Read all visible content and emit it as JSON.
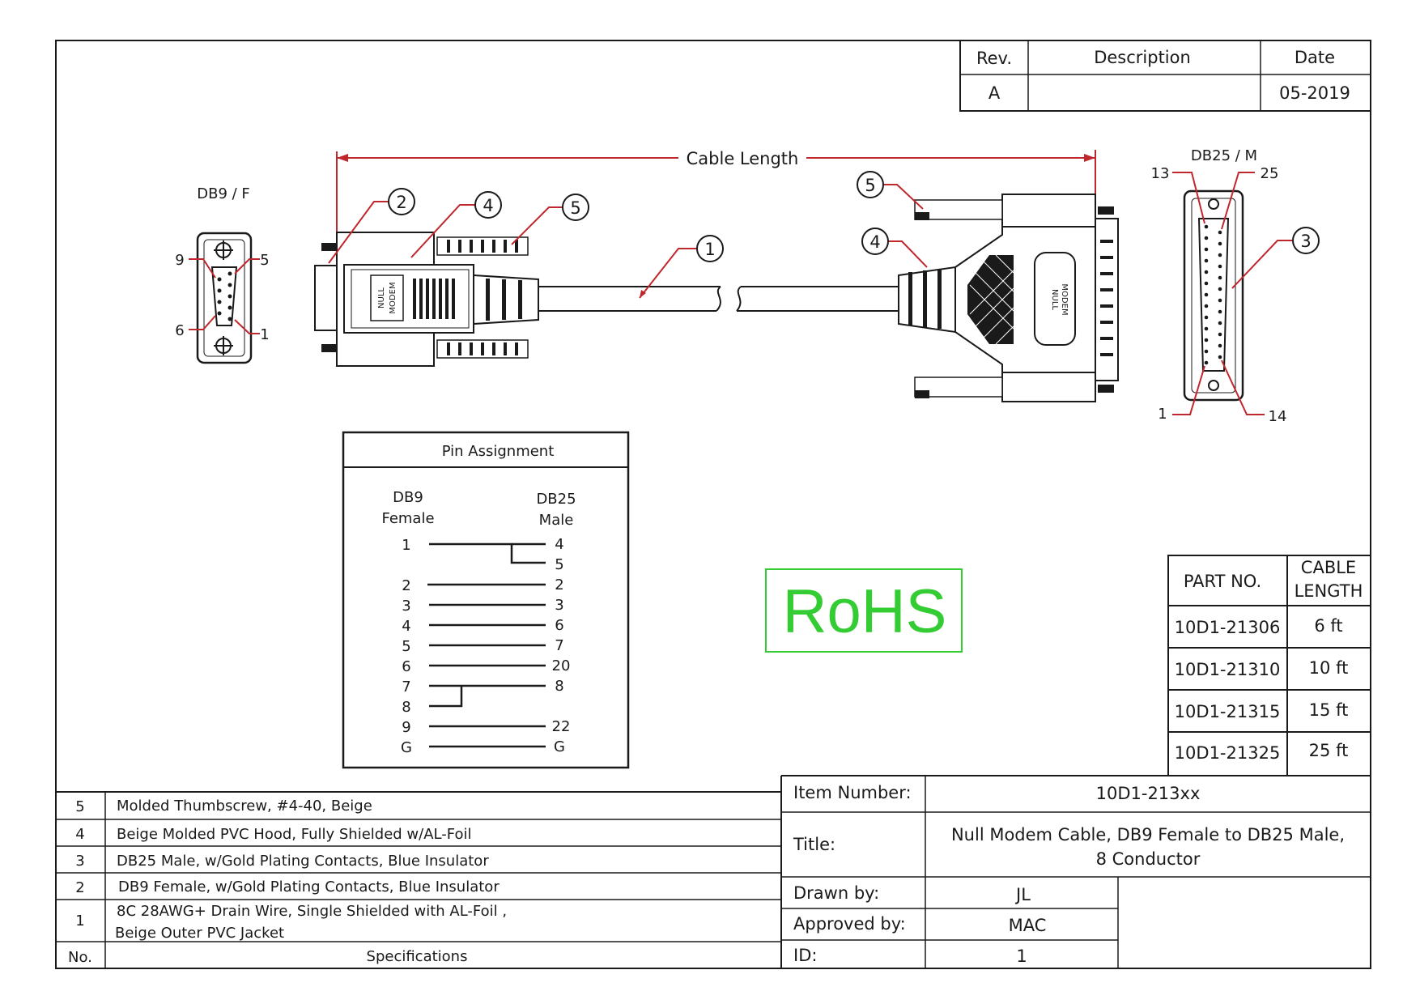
{
  "revision_block": {
    "headers": [
      "Rev.",
      "Description",
      "Date"
    ],
    "rev": "A",
    "description": "",
    "date": "05-2019"
  },
  "drawing": {
    "cable_length_label": "Cable Length",
    "db9_label": "DB9 / F",
    "db25_label": "DB25 / M",
    "db9_pins": [
      "9",
      "5",
      "6",
      "1"
    ],
    "db25_pins": [
      "13",
      "25",
      "1",
      "14"
    ],
    "callouts": [
      "1",
      "2",
      "3",
      "4",
      "5"
    ],
    "hood_text_line1": "NULL",
    "hood_text_line2": "MODEM"
  },
  "pin_assignment": {
    "title": "Pin Assignment",
    "col1_line1": "DB9",
    "col1_line2": "Female",
    "col2_line1": "DB25",
    "col2_line2": "Male",
    "db9": [
      "1",
      "2",
      "3",
      "4",
      "5",
      "6",
      "7",
      "8",
      "9",
      "G"
    ],
    "db25": [
      "4",
      "5",
      "2",
      "3",
      "6",
      "7",
      "20",
      "8",
      "22",
      "G"
    ]
  },
  "rohs": "RoHS",
  "parts_table": {
    "header_part": "PART NO.",
    "header_length_line1": "CABLE",
    "header_length_line2": "LENGTH",
    "rows": [
      {
        "part": "10D1-21306",
        "length": "6 ft"
      },
      {
        "part": "10D1-21310",
        "length": "10 ft"
      },
      {
        "part": "10D1-21315",
        "length": "15 ft"
      },
      {
        "part": "10D1-21325",
        "length": "25 ft"
      }
    ]
  },
  "bom": {
    "rows": [
      {
        "no": "5",
        "spec": "Molded Thumbscrew, #4-40,  Beige"
      },
      {
        "no": "4",
        "spec": "Beige Molded PVC Hood, Fully Shielded w/AL-Foil"
      },
      {
        "no": "3",
        "spec": "DB25 Male, w/Gold Plating Contacts, Blue Insulator"
      },
      {
        "no": "2",
        "spec": "DB9 Female, w/Gold Plating Contacts, Blue Insulator"
      },
      {
        "no": "1",
        "spec": "8C 28AWG+ Drain Wire, Single Shielded with AL-Foil ,",
        "spec2": "Beige Outer PVC Jacket"
      }
    ],
    "header_no": "No.",
    "header_spec": "Specifications"
  },
  "title_block": {
    "item_number_label": "Item Number:",
    "item_number": "10D1-213xx",
    "title_label": "Title:",
    "title_line1": "Null Modem Cable, DB9 Female to DB25 Male,",
    "title_line2": "8 Conductor",
    "drawn_by_label": "Drawn by:",
    "drawn_by": "JL",
    "approved_by_label": "Approved by:",
    "approved_by": "MAC",
    "id_label": "ID:",
    "id": "1"
  }
}
